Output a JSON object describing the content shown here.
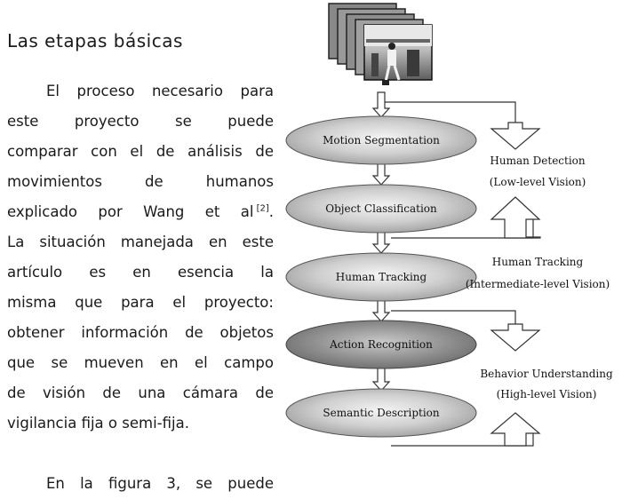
{
  "heading": "Las etapas básicas",
  "paragraph1": {
    "lines": [
      [
        "El",
        "proceso",
        "necesario",
        "para"
      ],
      [
        "este",
        "proyecto",
        "se",
        "puede"
      ],
      [
        "comparar",
        "con",
        "el",
        "de",
        "análisis",
        "de"
      ],
      [
        "movimientos",
        "de",
        "humanos"
      ],
      [
        "explicado",
        "por",
        "Wang",
        "et",
        "al"
      ],
      [
        "La",
        "situación",
        "manejada",
        "en",
        "este"
      ],
      [
        "artículo",
        "es",
        "en",
        "esencia",
        "la"
      ],
      [
        "misma",
        "que",
        "para",
        "el",
        "proyecto:"
      ],
      [
        "obtener",
        "información",
        "de",
        "objetos"
      ],
      [
        "que",
        "se",
        "mueven",
        "en",
        "el",
        "campo"
      ],
      [
        "de",
        "visión",
        "de",
        "una",
        "cámara",
        "de"
      ],
      [
        "vigilancia fija o semi-fija."
      ]
    ],
    "citation": "[2]",
    "citation_suffix": "."
  },
  "paragraph2_line": [
    "En",
    "la",
    "figura",
    "3,",
    "se",
    "puede"
  ],
  "diagram": {
    "stages": [
      "Motion Segmentation",
      "Object Classification",
      "Human Tracking",
      "Action Recognition",
      "Semantic Description"
    ],
    "side_labels": [
      {
        "title": "Human Detection",
        "subtitle": "(Low-level Vision)"
      },
      {
        "title": "Human Tracking",
        "subtitle": "(Intermediate-level Vision)"
      },
      {
        "title": "Behavior Understanding",
        "subtitle": "(High-level Vision)"
      }
    ]
  }
}
